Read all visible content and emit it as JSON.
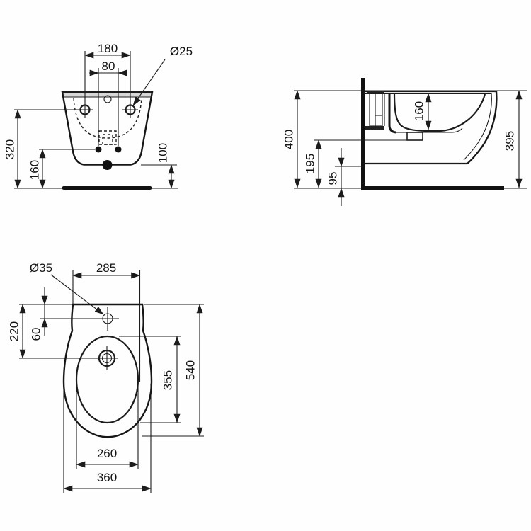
{
  "front_view": {
    "hole_spacing": "180",
    "inlet_spacing": "80",
    "hole_diameter": "Ø25",
    "hole_height": "320",
    "inlet_height": "160",
    "bottom_clearance": "100"
  },
  "side_view": {
    "rim_height_wall": "400",
    "outlet_height": "195",
    "underside_clearance": "95",
    "bowl_depth": "160",
    "rim_height_front": "395"
  },
  "plan_view": {
    "taphole_diameter": "Ø35",
    "back_width": "285",
    "drain_depth": "220",
    "taphole_offset": "60",
    "total_depth": "540",
    "bowl_length": "355",
    "bowl_width": "260",
    "overall_width": "360"
  }
}
